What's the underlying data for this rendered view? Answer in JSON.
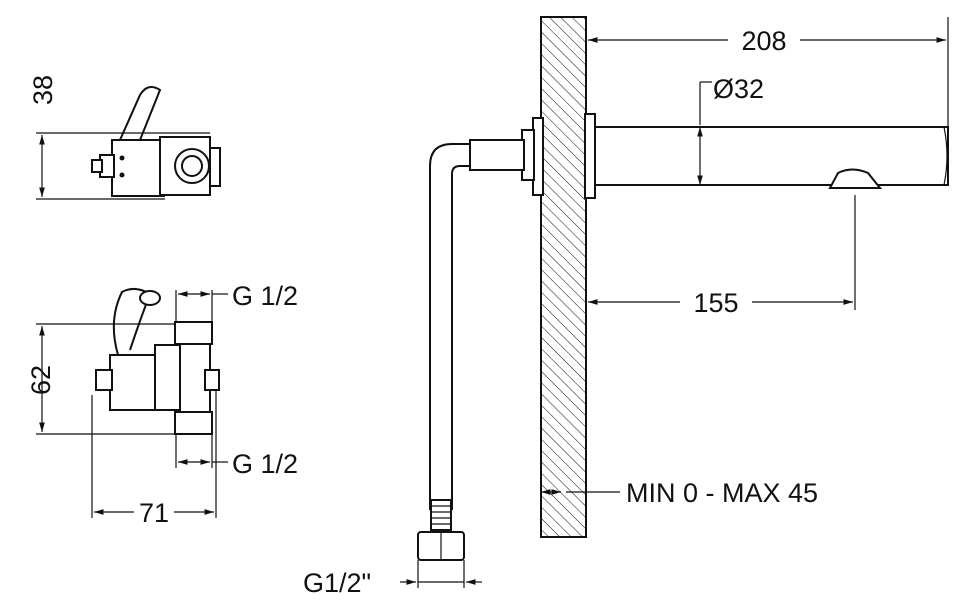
{
  "dimensions": {
    "height_top_view": "38",
    "height_valve": "62",
    "width_valve": "71",
    "spout_length": "208",
    "spout_diameter": "Ø32",
    "outlet_distance": "155",
    "wall_range": "MIN 0 - MAX 45"
  },
  "threads": {
    "valve_inlet_top": "G 1/2",
    "valve_inlet_bottom": "G 1/2",
    "hose_connection": "G1/2\""
  }
}
